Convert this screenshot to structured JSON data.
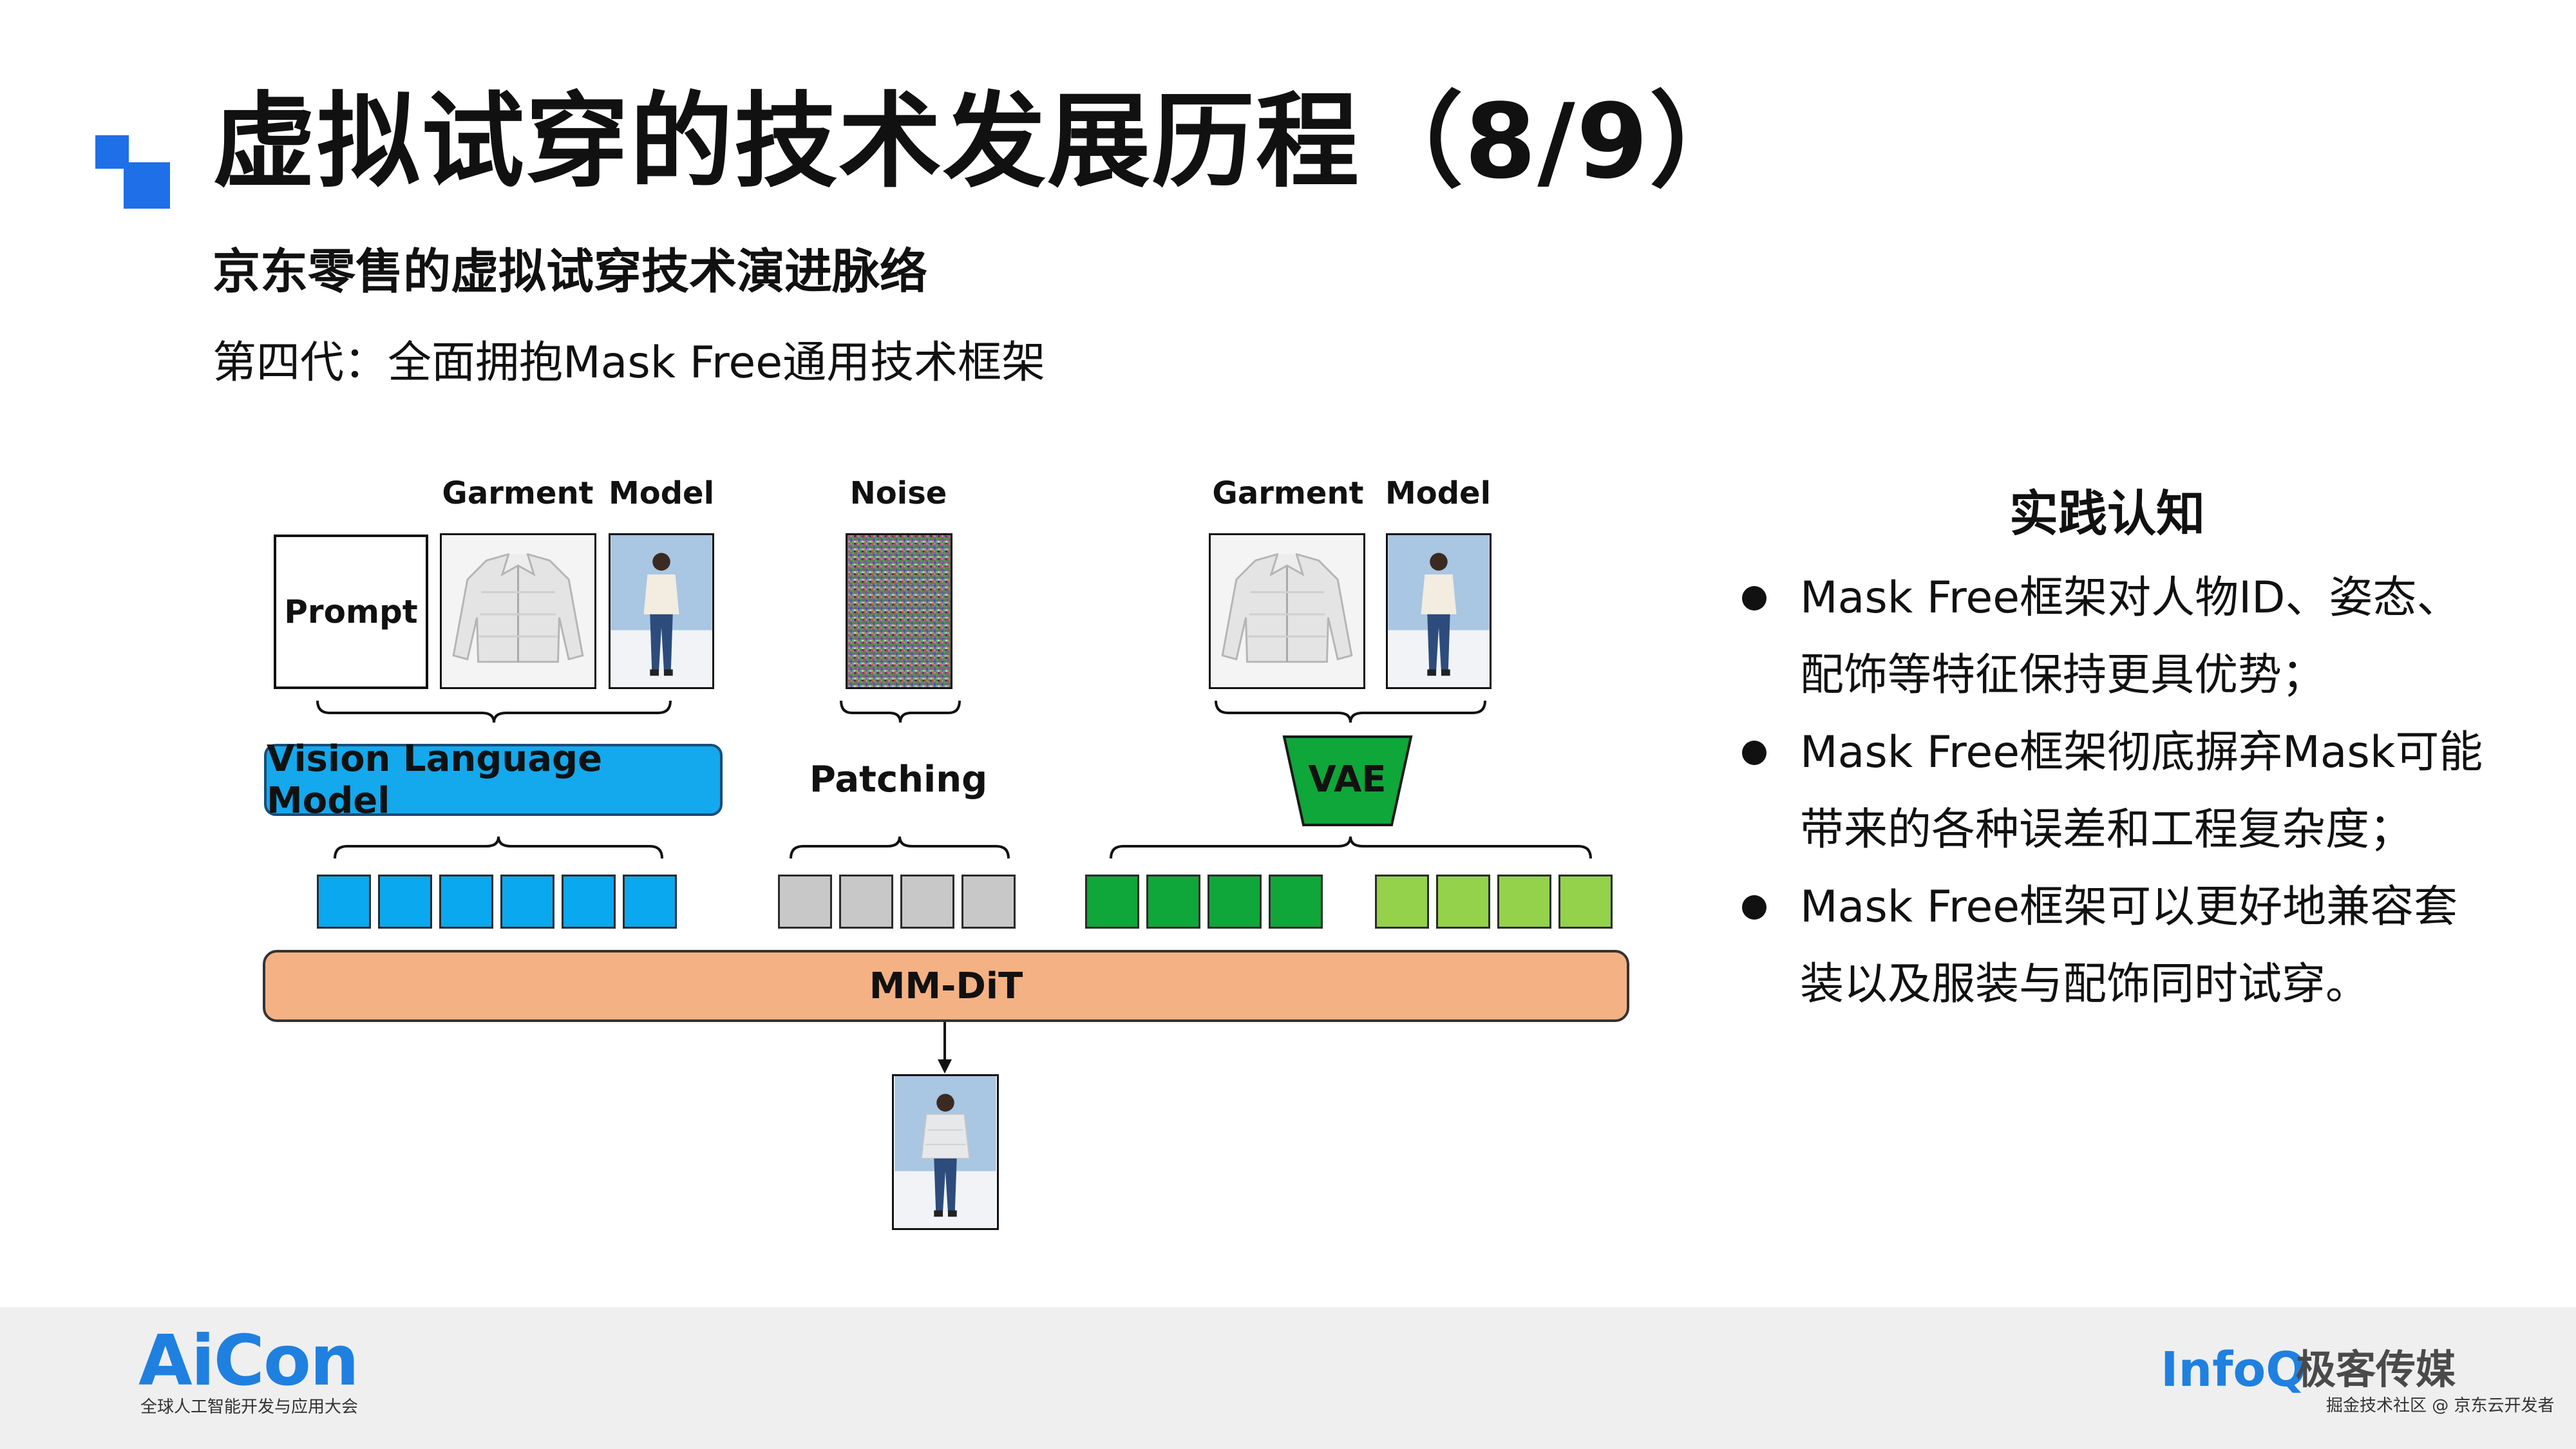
{
  "slide": {
    "title": "虚拟试穿的技术发展历程（8/9）",
    "subtitle": "京东零售的虚拟试穿技术演进脉络",
    "description": "第四代：全面拥抱Mask Free通用技术框架"
  },
  "diagram": {
    "label_garment_1": "Garment",
    "label_model_1": "Model",
    "label_noise": "Noise",
    "label_garment_2": "Garment",
    "label_model_2": "Model",
    "prompt_box": "Prompt",
    "vlm_box": "Vision Language Model",
    "patching_label": "Patching",
    "vae_box": "VAE",
    "mmdit_box": "MM-DiT"
  },
  "right_panel": {
    "title": "实践认知",
    "bullets": [
      {
        "line1": "Mask  Free框架对人物ID、姿态、",
        "line2": "配饰等特征保持更具优势；"
      },
      {
        "line1": "Mask  Free框架彻底摒弃Mask可能",
        "line2": "带来的各种误差和工程复杂度；"
      },
      {
        "line1": "Mask  Free框架可以更好地兼容套",
        "line2": "装以及服装与配饰同时试穿。"
      }
    ]
  },
  "footer": {
    "aicon_logo": "AiCon",
    "aicon_subtitle": "全球人工智能开发与应用大会",
    "infoq_logo": "InfoQ",
    "geek_logo": "极客传媒",
    "juejin_text": "掘金技术社区 @ 京东云开发者"
  },
  "colors": {
    "accent_blue": "#1f6fe8",
    "vlm_blue": "#14a8ec",
    "mmdit_orange": "#f4b183",
    "vae_green": "#0fa63a",
    "token_light_green": "#93d24a",
    "token_gray": "#c8c8c8"
  }
}
